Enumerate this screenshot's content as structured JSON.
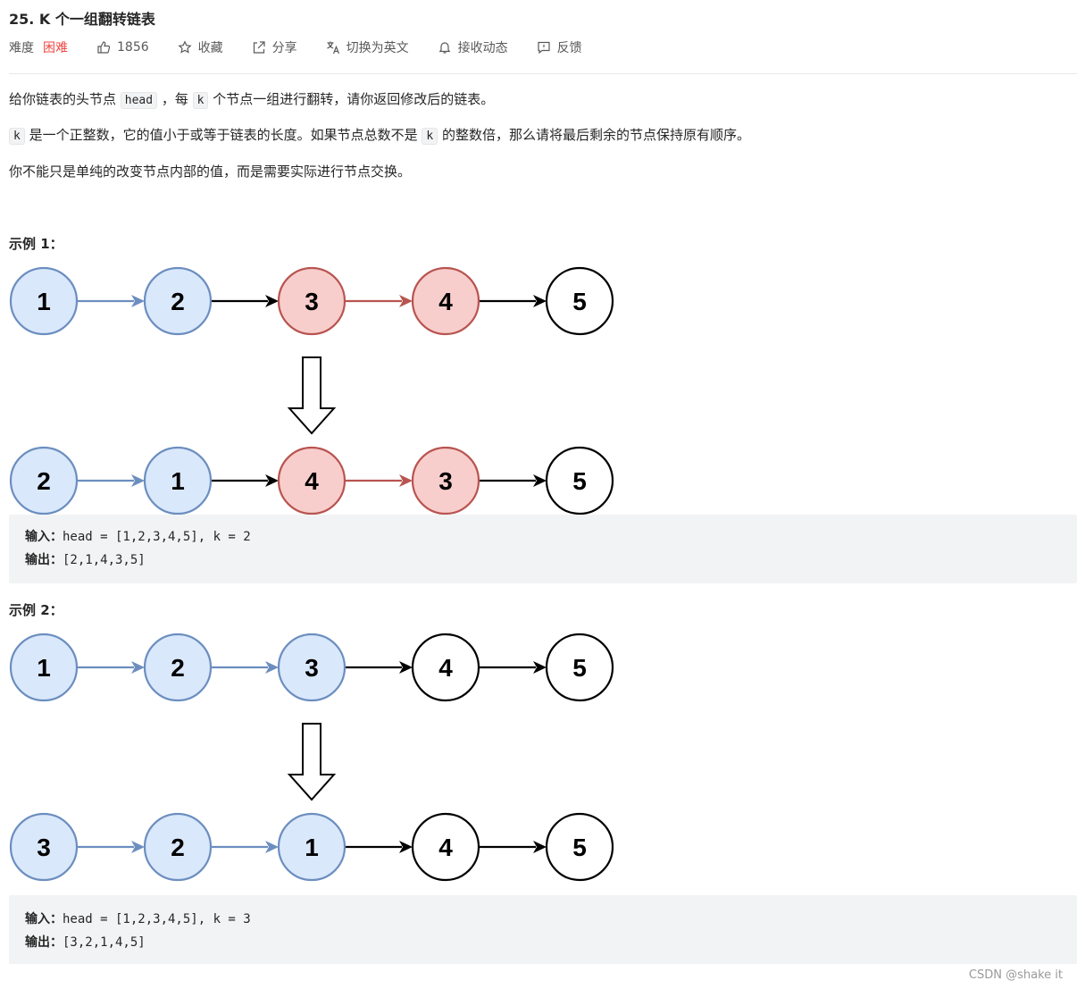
{
  "problem": {
    "title": "25. K 个一组翻转链表",
    "difficulty_label": "难度",
    "difficulty_value": "困难"
  },
  "toolbar": {
    "likes": "1856",
    "favorite": "收藏",
    "share": "分享",
    "translate": "切换为英文",
    "subscribe": "接收动态",
    "feedback": "反馈"
  },
  "description": {
    "p1_a": "给你链表的头节点 ",
    "p1_code1": "head",
    "p1_b": " ，每 ",
    "p1_code2": "k",
    "p1_c": " 个节点一组进行翻转，请你返回修改后的链表。",
    "p2_code": "k",
    "p2_a": " 是一个正整数，它的值小于或等于链表的长度。如果节点总数不是 ",
    "p2_code2": "k",
    "p2_b": " 的整数倍，那么请将最后剩余的节点保持原有顺序。",
    "p3": "你不能只是单纯的改变节点内部的值，而是需要实际进行节点交换。"
  },
  "examples": [
    {
      "title": "示例 1：",
      "before": [
        "1",
        "2",
        "3",
        "4",
        "5"
      ],
      "after": [
        "2",
        "1",
        "4",
        "3",
        "5"
      ],
      "before_colors": [
        "blue",
        "blue",
        "red",
        "red",
        "white"
      ],
      "after_colors": [
        "blue",
        "blue",
        "red",
        "red",
        "white"
      ],
      "before_arrows": [
        "blue",
        "black",
        "red",
        "black"
      ],
      "after_arrows": [
        "blue",
        "black",
        "red",
        "black"
      ],
      "input_label": "输入：",
      "input": "head = [1,2,3,4,5], k = 2",
      "output_label": "输出：",
      "output": "[2,1,4,3,5]"
    },
    {
      "title": "示例 2：",
      "before": [
        "1",
        "2",
        "3",
        "4",
        "5"
      ],
      "after": [
        "3",
        "2",
        "1",
        "4",
        "5"
      ],
      "before_colors": [
        "blue",
        "blue",
        "blue",
        "white",
        "white"
      ],
      "after_colors": [
        "blue",
        "blue",
        "blue",
        "white",
        "white"
      ],
      "before_arrows": [
        "blue",
        "blue",
        "black",
        "black"
      ],
      "after_arrows": [
        "blue",
        "blue",
        "black",
        "black"
      ],
      "input_label": "输入：",
      "input": "head = [1,2,3,4,5], k = 3",
      "output_label": "输出：",
      "output": "[3,2,1,4,5]"
    }
  ],
  "colors": {
    "blue_fill": "#dae8fc",
    "blue_stroke": "#6c8ebf",
    "red_fill": "#f8cecc",
    "red_stroke": "#b85450",
    "white_fill": "#ffffff",
    "white_stroke": "#000000",
    "difficulty_hard": "#ef4743"
  },
  "watermark": "CSDN @shake it"
}
